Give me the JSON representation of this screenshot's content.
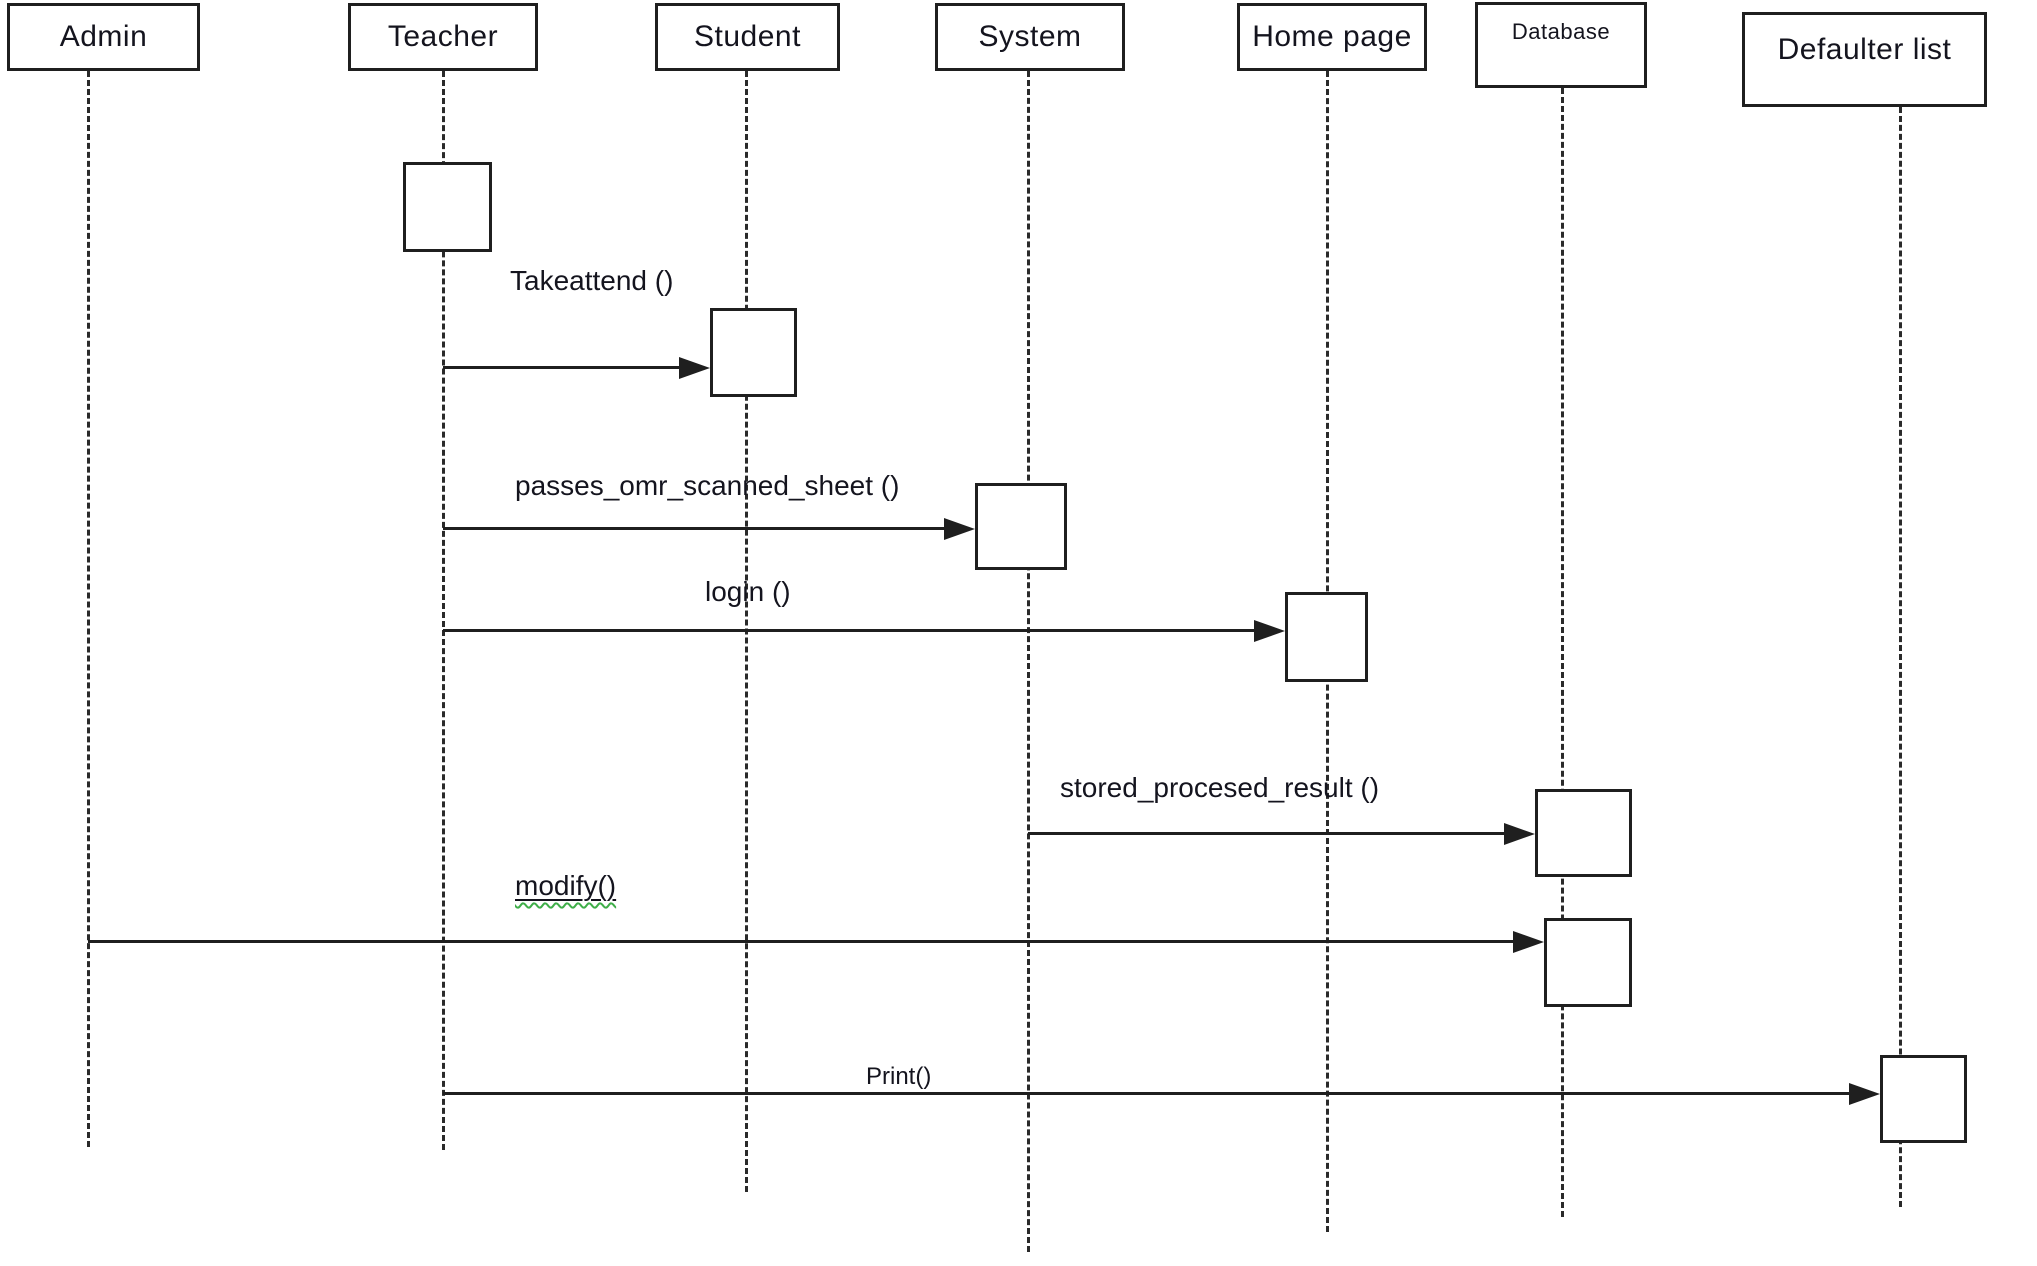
{
  "diagram_type": "uml-sequence-diagram",
  "actors": [
    {
      "id": "admin",
      "label": "Admin"
    },
    {
      "id": "teacher",
      "label": "Teacher"
    },
    {
      "id": "student",
      "label": "Student"
    },
    {
      "id": "system",
      "label": "System"
    },
    {
      "id": "home-page",
      "label": "Home page"
    },
    {
      "id": "database",
      "label": "Database"
    },
    {
      "id": "defaulter-list",
      "label": "Defaulter list"
    }
  ],
  "messages": [
    {
      "label": "Takeattend ()",
      "from": "Teacher",
      "to": "Student"
    },
    {
      "label": "passes_omr_scanned_sheet ()",
      "from": "Teacher",
      "to": "System"
    },
    {
      "label": "login ()",
      "from": "Teacher",
      "to": "Home page"
    },
    {
      "label": "stored_procesed_result ()",
      "from": "System",
      "to": "Database"
    },
    {
      "label": "modify()",
      "from": "Admin",
      "to": "Database"
    },
    {
      "label": "Print()",
      "from": "Teacher",
      "to": "Defaulter list"
    }
  ],
  "colors": {
    "stroke": "#1f1f1f",
    "text": "#14141e",
    "background": "#ffffff",
    "spellcheck_squiggle": "#3fae49"
  }
}
